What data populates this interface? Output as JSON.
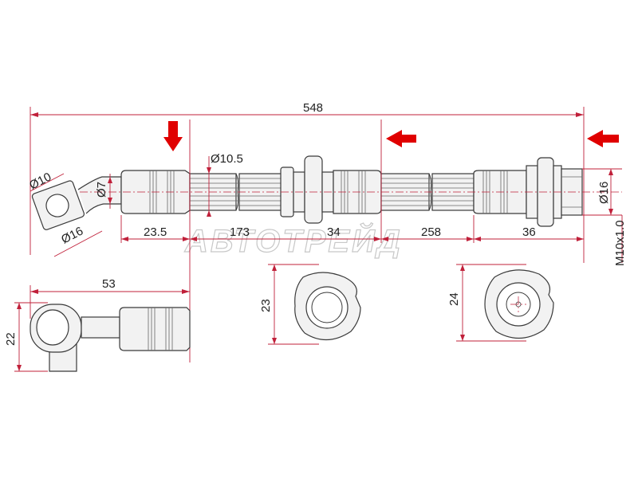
{
  "drawing": {
    "watermark": "АВТОТРЕЙД",
    "colors": {
      "dimension": "#c0203a",
      "arrow": "#e00000",
      "outline": "#3a3a3a",
      "text": "#222222"
    }
  },
  "dimensions": {
    "overall_length": "548",
    "fitting_hole": "Ø10",
    "fitting_outer": "Ø16",
    "tube_dia": "Ø7",
    "hose_dia": "Ø10.5",
    "seg_1": "23.5",
    "seg_2": "173",
    "seg_3": "34",
    "seg_4": "258",
    "seg_5": "36",
    "end_dia": "Ø16",
    "thread": "M10x1.0",
    "side_length": "53",
    "side_height": "22",
    "bracket_a": "23",
    "bracket_b": "24"
  },
  "icons": {
    "arrows": [
      "arrow-down-icon",
      "arrow-left-icon",
      "arrow-left-icon"
    ]
  }
}
